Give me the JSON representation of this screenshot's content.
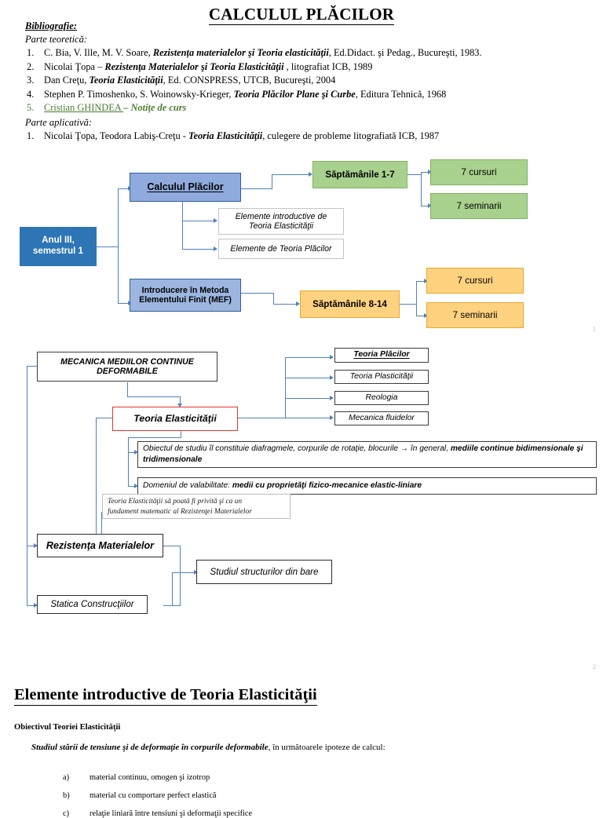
{
  "document": {
    "title": "CALCULUL PLĂCILOR",
    "page_number_1": "1",
    "page_number_2": "2"
  },
  "bibliography": {
    "heading": "Bibliografie:",
    "theory_label": "Parte teoretică:",
    "theory_items": [
      {
        "num": "1.",
        "pre": "C. Bia, V. Ille, M. V. Soare, ",
        "bold": "Rezistența materialelor şi Teoria elasticităţii",
        "post": ", Ed.Didact. şi Pedag., Bucureşti, 1983."
      },
      {
        "num": "2.",
        "pre": "Nicolai Ţopa – ",
        "bold": "Rezistenţa Materialelor şi Teoria Elasticităţii",
        "post": " , litografiat ICB, 1989"
      },
      {
        "num": "3.",
        "pre": "Dan Creţu, ",
        "bold": "Teoria Elasticităţii",
        "post": ", Ed. CONSPRESS, UTCB, Bucureşti, 2004"
      },
      {
        "num": "4.",
        "pre": "Stephen P. Timoshenko, S. Woinowsky-Krieger, ",
        "bold": "Teoria Plăcilor Plane şi Curbe",
        "post": ", Editura Tehnică, 1968"
      },
      {
        "num": "5.",
        "pre": "Cristian GHINDEA ",
        "bold": "– Notiţe de curs",
        "post": "",
        "color": "#4b7d33",
        "underlined_pre": true
      }
    ],
    "applied_label": "Parte aplicativă:",
    "applied_items": [
      {
        "num": "1.",
        "pre": "Nicolai Ţopa, Teodora Labiş-Creţu - ",
        "bold": "Teoria Elasticităţii",
        "post": ", culegere de probleme litografiată ICB, 1987"
      }
    ]
  },
  "diagram1": {
    "root": "Anul III,\nsemestrul 1",
    "root_line1": "Anul III,",
    "root_line2": "semestrul 1",
    "branch_main": "Calculul Plăcilor",
    "branch_mef_line1": "Introducere în Metoda",
    "branch_mef_line2": "Elementului Finit (MEF)",
    "sub_boxes": [
      {
        "line1": "Elemente introductive de",
        "line2": "Teoria Elasticităţii"
      },
      {
        "line1": "Elemente de Teoria Plăcilor",
        "line2": ""
      }
    ],
    "weeks_1_7": "Săptămânile 1-7",
    "weeks_8_14": "Săptămânile 8-14",
    "green_outputs": [
      "7 cursuri",
      "7 seminarii"
    ],
    "orange_outputs": [
      "7 cursuri",
      "7 seminarii"
    ],
    "colors": {
      "root_fill": "#2e75b6",
      "branch_fill": "#8faadc",
      "green_fill": "#a9d18e",
      "orange_fill": "#ffd27f",
      "connector": "#4f81bd"
    }
  },
  "diagram2": {
    "top_box_line1": "MECANICA MEDIILOR CONTINUE",
    "top_box_line2": "DEFORMABILE",
    "center_box": "Teoria Elasticităţii",
    "right_boxes": [
      {
        "label": "Teoria Plăcilor",
        "emphasis": "bold-underline"
      },
      {
        "label": "Teoria Plasticităţii",
        "emphasis": "normal"
      },
      {
        "label": "Reologia",
        "emphasis": "normal"
      },
      {
        "label": "Mecanica fluidelor",
        "emphasis": "normal"
      }
    ],
    "wide_box_1_pre": "Obiectul de studiu îl constituie diafragmele, corpurile de rotaţie, blocurile → în general, ",
    "wide_box_1_bold": "mediile continue bidimensionale şi tridimensionale",
    "wide_box_2_pre": "Domeniul de valabilitate: ",
    "wide_box_2_bold": "medii cu proprietăţi fizico-mecanice elastic-liniare",
    "note_line1": "Teoria Elasticităţii să poată fi privită şi ca un",
    "note_line2": "fundament matematic al Rezistenţei Materialelor",
    "rezistenta_box": "Rezistenţa Materialelor",
    "statica_box": "Statica Construcţiilor",
    "studiul_box": "Studiul structurilor din bare",
    "colors": {
      "center_border": "#e8342a",
      "box_border": "#3b3b3b",
      "connector": "#4f81bd"
    }
  },
  "section2": {
    "title": "Elemente introductive de Teoria Elasticităţii",
    "objective_heading": "Obiectivul Teoriei Elasticităţii",
    "objective_lead_bold": "Studiul stării de tensiune şi de deformaţie în corpurile deformabile",
    "objective_lead_rest": ", în următoarele ipoteze de calcul:",
    "hypotheses": [
      {
        "letter": "a)",
        "text": "material continuu, omogen şi izotrop"
      },
      {
        "letter": "b)",
        "text": "material cu comportare perfect elastică"
      },
      {
        "letter": "c)",
        "text": "relaţie liniară între tensiuni şi deformaţii specifice"
      }
    ]
  }
}
